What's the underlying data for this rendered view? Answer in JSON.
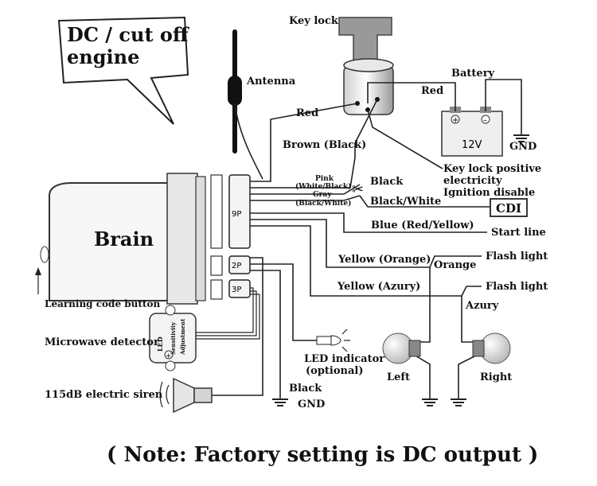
{
  "callout": {
    "line1": "DC / cut off",
    "line2": "engine"
  },
  "labels": {
    "key_lock": "Key lock",
    "antenna": "Antenna",
    "battery": "Battery",
    "battery_voltage": "12V",
    "red_main": "Red",
    "red_battery": "Red",
    "gnd_battery": "GND",
    "brown": "Brown (Black)",
    "black_ignition": "Black",
    "key_lock_pos_1": "Key lock positive",
    "key_lock_pos_2": "electricity",
    "ignition_disable": "Ignition disable",
    "pink_1": "Pink",
    "pink_2": "(White/Black)",
    "gray_1": "Gray",
    "gray_2": "(Black/White)",
    "black_white": "Black/White",
    "cdi": "CDI",
    "blue": "Blue (Red/Yellow)",
    "start_line": "Start line",
    "brain": "Brain",
    "yellow_orange": "Yellow (Orange)",
    "orange": "Orange",
    "flash_light_1": "Flash light",
    "yellow_azury": "Yellow (Azury)",
    "flash_light_2": "Flash light",
    "azury": "Azury",
    "learning_code": "Learning code button",
    "microwave": "Microwave detector",
    "sensitivity": "Sensitivity",
    "adjustment": "Adjustment",
    "led": "LED",
    "led_indicator_1": "LED indicator",
    "led_indicator_2": "(optional)",
    "left": "Left",
    "right": "Right",
    "siren": "115dB electric siren",
    "black_gnd": "Black",
    "gnd_main": "GND",
    "port_9p": "9P",
    "port_2p": "2P",
    "port_3p": "3P",
    "note": "( Note: Factory setting is DC output )"
  },
  "colors": {
    "ink": "#222222",
    "panel": "#f2f2f2"
  }
}
